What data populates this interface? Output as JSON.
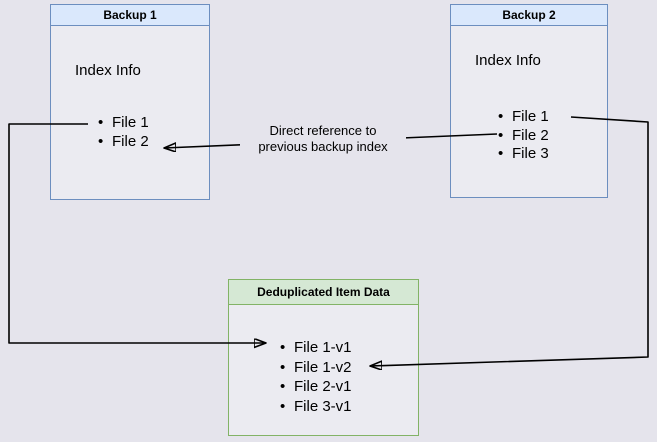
{
  "diagram": {
    "backup1": {
      "title": "Backup 1",
      "section": "Index Info",
      "files": [
        "File 1",
        "File 2"
      ]
    },
    "backup2": {
      "title": "Backup 2",
      "section": "Index Info",
      "files": [
        "File 1",
        "File 2",
        "File 3"
      ]
    },
    "dedup": {
      "title": "Deduplicated Item Data",
      "items": [
        "File 1-v1",
        "File 1-v2",
        "File 2-v1",
        "File 3-v1"
      ]
    },
    "annotation": {
      "line1": "Direct reference to",
      "line2": "previous backup index"
    },
    "colors": {
      "canvas_bg": "#e5e4ec",
      "blue_node_border": "#6c8ebf",
      "blue_node_header": "#dae8fc",
      "green_node_border": "#82b366",
      "green_node_header": "#d5e8d4",
      "edge": "#000000"
    }
  }
}
